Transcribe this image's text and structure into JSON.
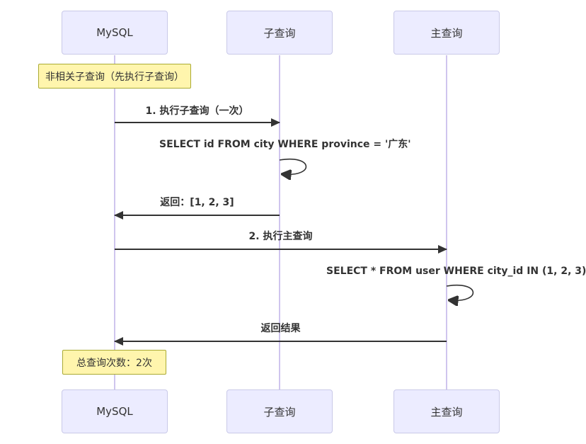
{
  "actors": [
    {
      "id": "mysql",
      "label": "MySQL"
    },
    {
      "id": "subquery",
      "label": "子查询"
    },
    {
      "id": "mainquery",
      "label": "主查询"
    }
  ],
  "notes": [
    {
      "over": "MySQL",
      "text": "非相关子查询（先执行子查询）"
    },
    {
      "over": "MySQL",
      "text": "总查询次数：2次"
    }
  ],
  "messages": [
    {
      "from": "MySQL",
      "to": "子查询",
      "label": "1. 执行子查询（一次）"
    },
    {
      "from": "子查询",
      "to": "子查询",
      "label": "SELECT id FROM city WHERE province = '广东'"
    },
    {
      "from": "子查询",
      "to": "MySQL",
      "label": "返回：[1, 2, 3]"
    },
    {
      "from": "MySQL",
      "to": "主查询",
      "label": "2. 执行主查询"
    },
    {
      "from": "主查询",
      "to": "主查询",
      "label": "SELECT * FROM user WHERE city_id IN (1, 2, 3)"
    },
    {
      "from": "主查询",
      "to": "MySQL",
      "label": "返回结果"
    }
  ],
  "colors": {
    "background": "#FFFFFF",
    "actor_fill": "#ECECFF",
    "actor_border": "#C9C9E8",
    "note_fill": "#FFF5AD",
    "note_border": "#AAAA33",
    "lifeline": "#CFC5EE",
    "arrow": "#333333",
    "text": "#333333"
  }
}
